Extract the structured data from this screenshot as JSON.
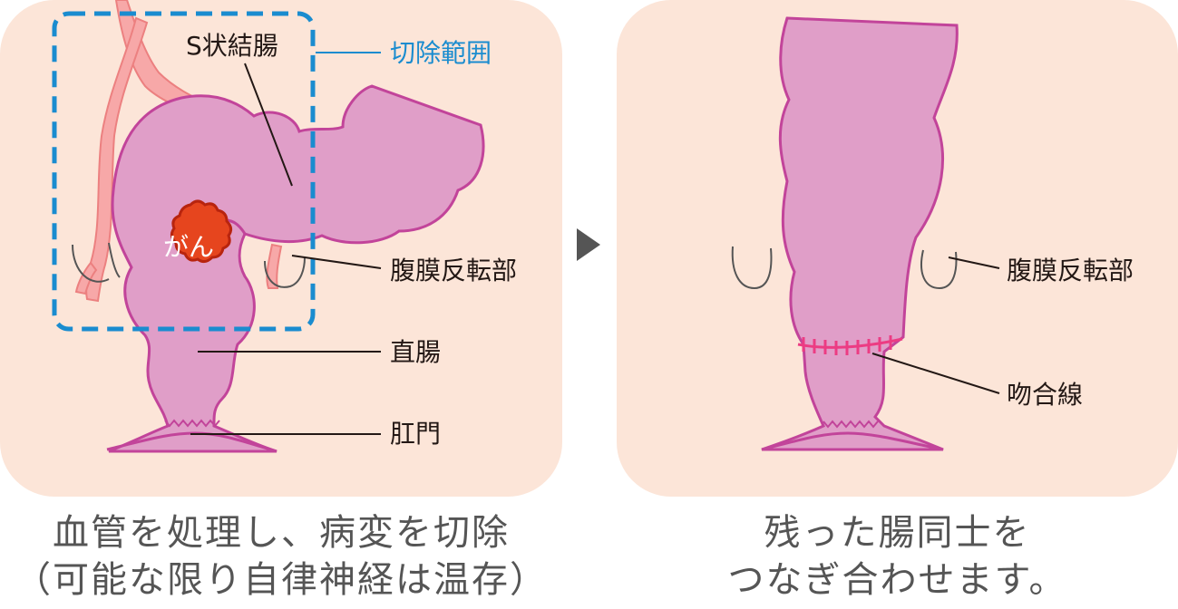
{
  "left_panel": {
    "labels": {
      "sigmoid_colon": "S状結腸",
      "resection_range": "切除範囲",
      "cancer": "がん",
      "peritoneal_reflection": "腹膜反転部",
      "rectum": "直腸",
      "anus": "肛門"
    },
    "caption": {
      "line1": "血管を処理し、病変を切除",
      "line2": "（可能な限り自律神経は温存）"
    }
  },
  "right_panel": {
    "labels": {
      "peritoneal_reflection": "腹膜反転部",
      "anastomosis_line": "吻合線"
    },
    "caption": {
      "line1": "残った腸同士を",
      "line2": "つなぎ合わせます。"
    }
  },
  "colors": {
    "panel_bg": "#fce5d8",
    "intestine_fill": "#e09ec8",
    "intestine_stroke": "#c2449a",
    "vessel_fill": "#f7a8a8",
    "vessel_stroke": "#ec8080",
    "tumor_fill": "#e6451e",
    "tumor_stroke": "#b8240e",
    "resection_dash": "#1a8ccf",
    "anastomosis": "#ec3c83",
    "caption_text": "#555555"
  }
}
